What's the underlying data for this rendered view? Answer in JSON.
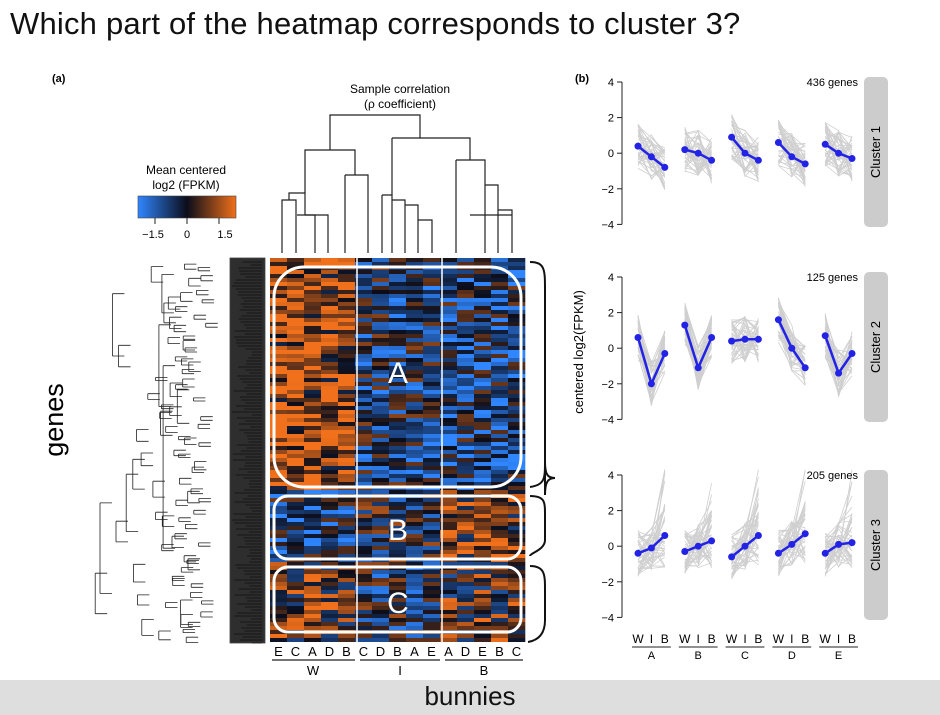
{
  "question": "Which part of the heatmap corresponds to cluster 3?",
  "bottom_label": "bunnies",
  "panel_a": {
    "label": "(a)",
    "dendro_title_1": "Sample correlation",
    "dendro_title_2": "(ρ coefficient)",
    "colorkey_title_1": "Mean centered",
    "colorkey_title_2": "log2 (FPKM)",
    "colorkey_ticks": [
      "−1.5",
      "0",
      "1.5"
    ],
    "row_axis_label": "genes",
    "region_labels": [
      "A",
      "B",
      "C"
    ],
    "column_letters": [
      "E",
      "C",
      "A",
      "D",
      "B",
      "C",
      "D",
      "B",
      "A",
      "E",
      "A",
      "D",
      "E",
      "B",
      "C"
    ],
    "column_groups": [
      "W",
      "I",
      "B"
    ]
  },
  "panel_b": {
    "label": "(b)",
    "y_axis_label": "centered log2(FPKM)",
    "y_ticks": [
      "4",
      "2",
      "0",
      "−2",
      "−4"
    ],
    "clusters": [
      {
        "name": "Cluster 1",
        "genes_label": "436 genes",
        "means": [
          [
            0.4,
            -0.2,
            -0.8
          ],
          [
            0.2,
            0.0,
            -0.4
          ],
          [
            0.9,
            0.0,
            -0.4
          ],
          [
            0.6,
            -0.2,
            -0.6
          ],
          [
            0.5,
            0.0,
            -0.3
          ]
        ]
      },
      {
        "name": "Cluster 2",
        "genes_label": "125 genes",
        "means": [
          [
            0.6,
            -2.0,
            -0.3
          ],
          [
            1.3,
            -1.1,
            0.6
          ],
          [
            0.4,
            0.5,
            0.5
          ],
          [
            1.6,
            0.0,
            -1.1
          ],
          [
            0.7,
            -1.4,
            -0.3
          ]
        ]
      },
      {
        "name": "Cluster 3",
        "genes_label": "205 genes",
        "means": [
          [
            -0.4,
            -0.1,
            0.6
          ],
          [
            -0.3,
            0.0,
            0.3
          ],
          [
            -0.6,
            0.0,
            0.6
          ],
          [
            -0.4,
            0.1,
            0.7
          ],
          [
            -0.4,
            0.1,
            0.2
          ]
        ]
      }
    ],
    "x_tick_labels": [
      "W",
      "I",
      "B"
    ],
    "x_groups": [
      "A",
      "B",
      "C",
      "D",
      "E"
    ]
  },
  "colors": {
    "low": "#2f86ff",
    "mid": "#0b0d1a",
    "high": "#f0701b",
    "mean_line": "#2323e6",
    "gene_lines": "#cfcfcf",
    "strip": "#cccccc"
  }
}
